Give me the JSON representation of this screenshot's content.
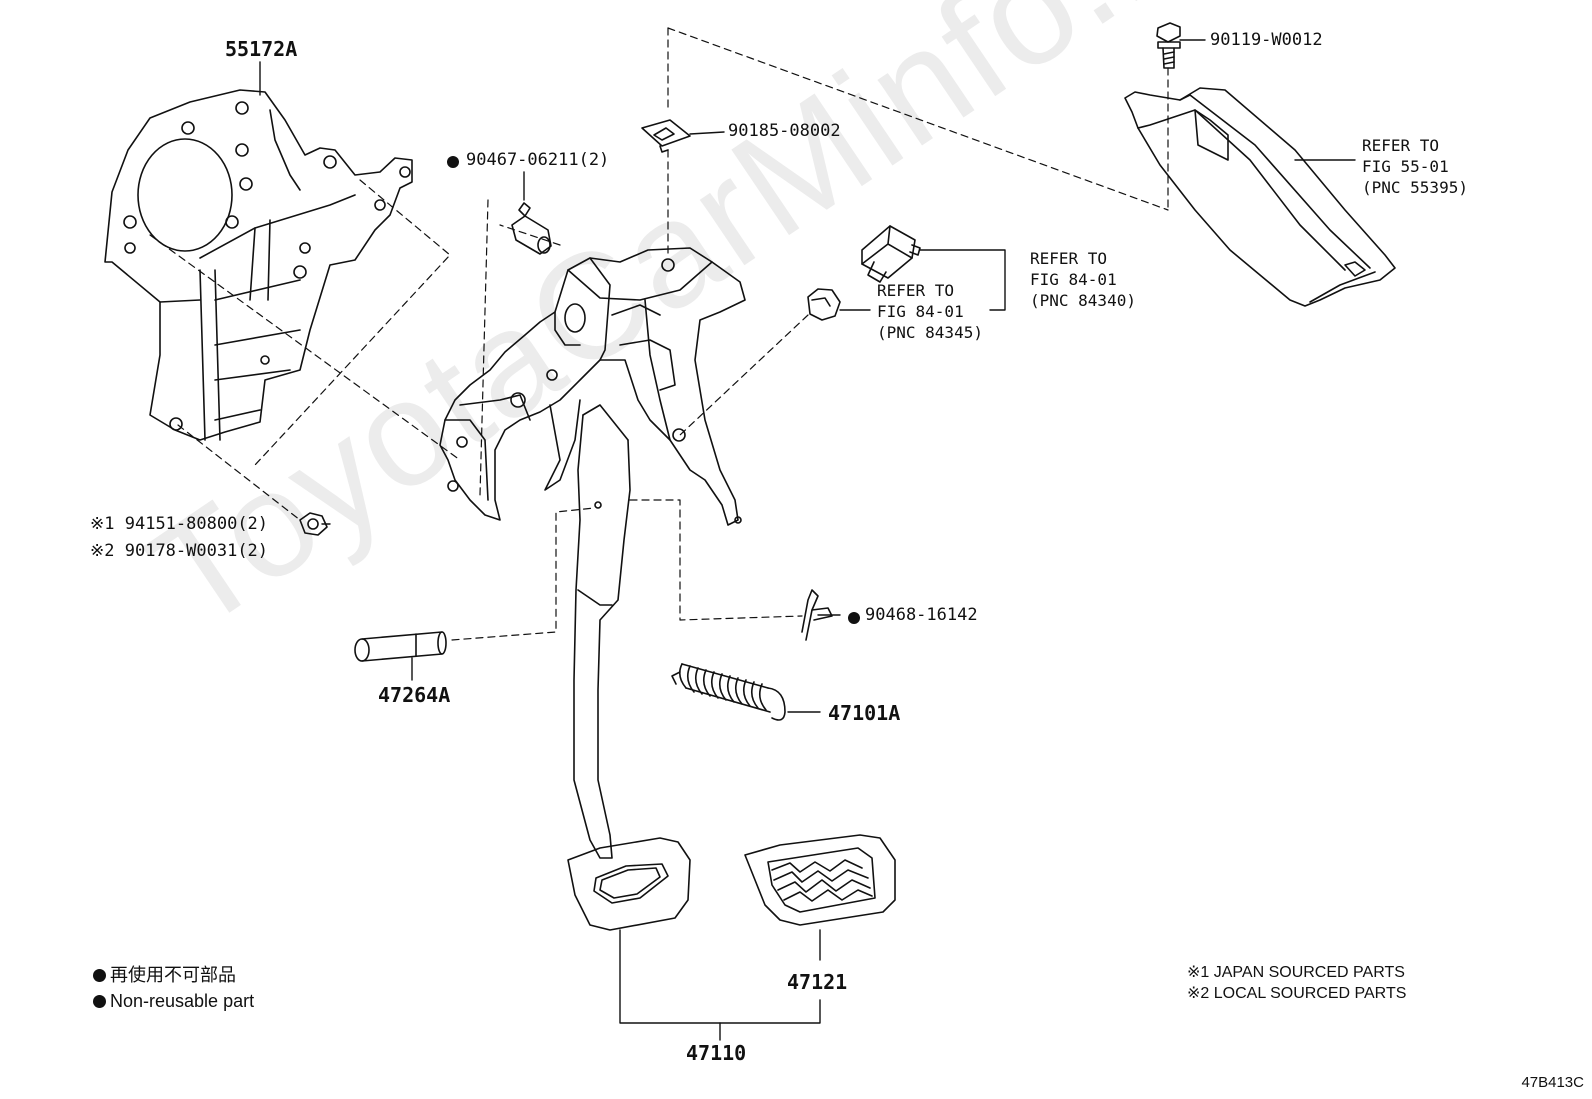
{
  "watermark": "ToyotaCarMinfo.ru",
  "parts": {
    "bracket": "55172A",
    "bolt_top": "90119-W0012",
    "clip": "90185-08002",
    "cushion": "90467-06211(2)",
    "nut_japan": "94151-80800(2)",
    "nut_local": "90178-W0031(2)",
    "nut_japan_mark": "※1",
    "nut_local_mark": "※2",
    "clip_pin": "90468-16142",
    "pin": "47264A",
    "spring": "47101A",
    "pad": "47121",
    "pedal_assy": "47110"
  },
  "refs": {
    "pnc55395": [
      "REFER TO",
      "FIG 55-01",
      "(PNC 55395)"
    ],
    "pnc84340": [
      "REFER TO",
      "FIG 84-01",
      "(PNC 84340)"
    ],
    "pnc84345": [
      "REFER TO",
      "FIG 84-01",
      "(PNC 84345)"
    ]
  },
  "legend": {
    "line1": "再使用不可部品",
    "line2": "Non-reusable part"
  },
  "notes": {
    "note1": "※1 JAPAN SOURCED PARTS",
    "note2": "※2 LOCAL SOURCED PARTS"
  },
  "figure_code": "47B413C"
}
